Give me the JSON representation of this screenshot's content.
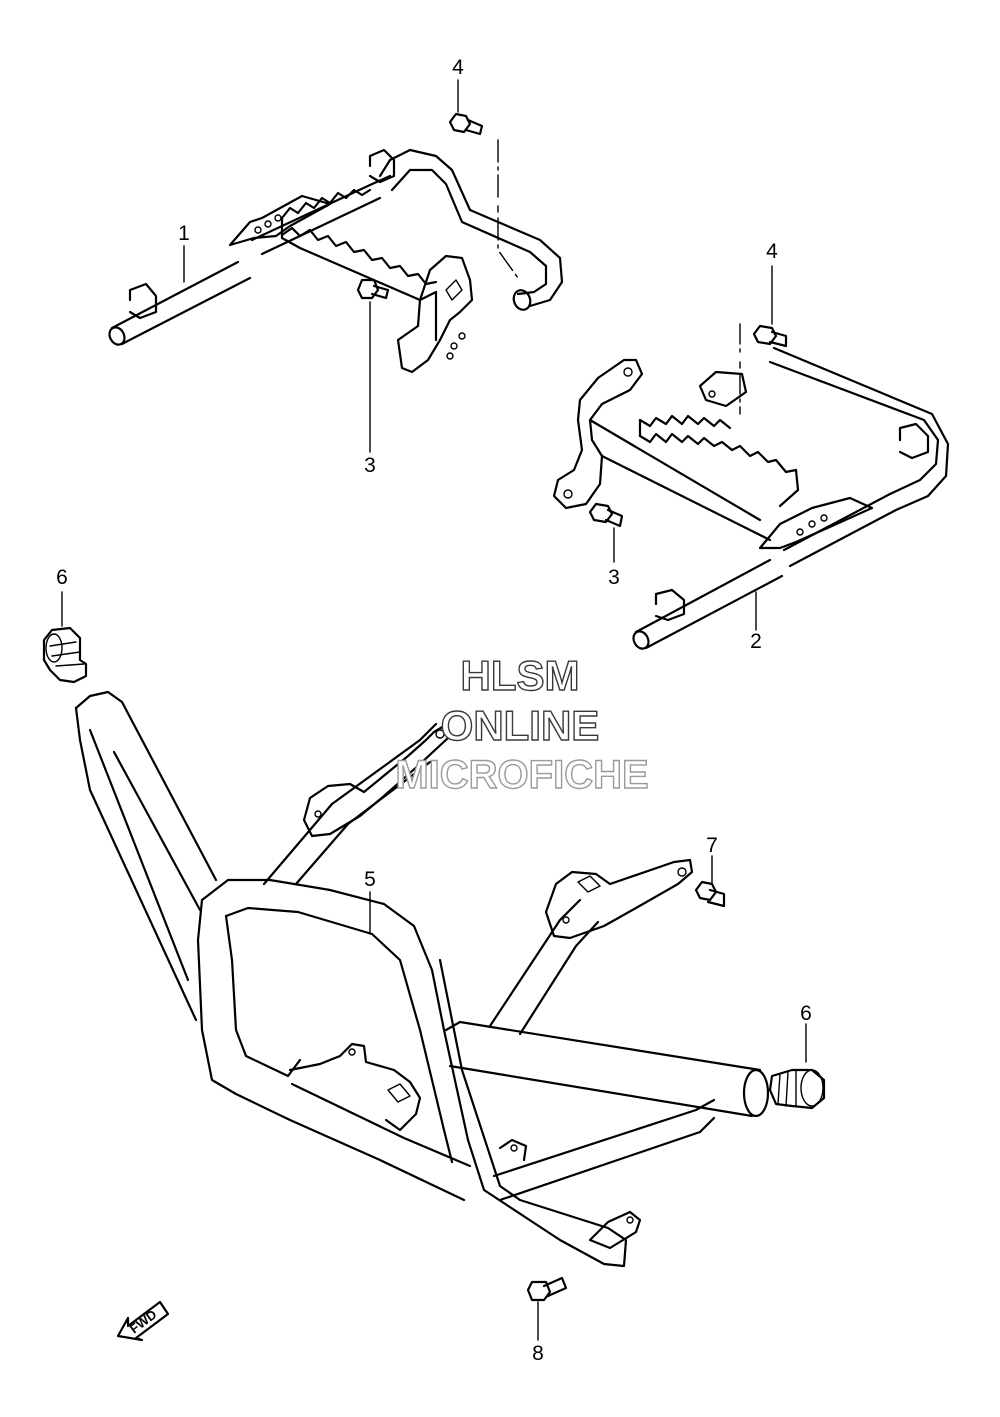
{
  "callouts": {
    "c1": "1",
    "c2": "2",
    "c3a": "3",
    "c3b": "3",
    "c4a": "4",
    "c4b": "4",
    "c5": "5",
    "c6a": "6",
    "c6b": "6",
    "c7": "7",
    "c8": "8"
  },
  "watermark": {
    "line1": "HLSM",
    "line2": "ONLINE",
    "line3": "MICROFICHE"
  },
  "arrow_label": "FWD"
}
